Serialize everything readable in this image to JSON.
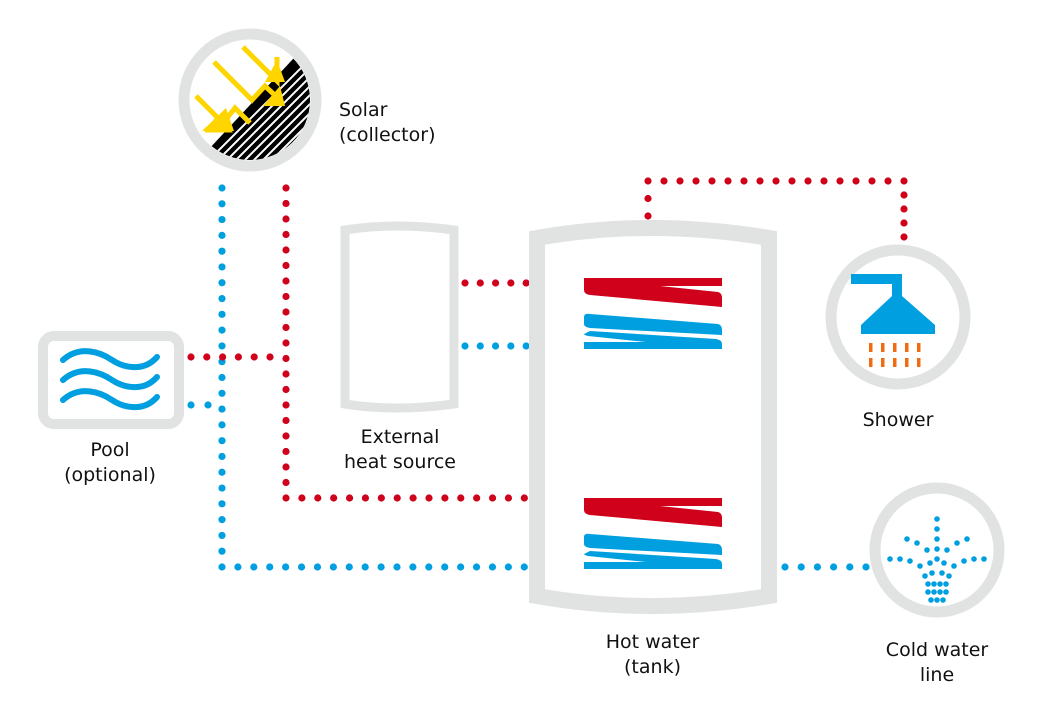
{
  "colors": {
    "hot": "#d0021b",
    "cold": "#009fdf",
    "frame": "#e1e2e2",
    "sun": "#ffd500",
    "collector": "#000000",
    "spray": "#ef6c12"
  },
  "components": {
    "solar": {
      "line1": "Solar",
      "line2": "(collector)"
    },
    "pool": {
      "line1": "Pool",
      "line2": "(optional)"
    },
    "external": {
      "line1": "External",
      "line2": "heat source"
    },
    "tank": {
      "line1": "Hot water",
      "line2": "(tank)"
    },
    "shower": {
      "line1": "Shower"
    },
    "cold_line": {
      "line1": "Cold water",
      "line2": "line"
    }
  },
  "pipes": [
    {
      "name": "solar-hot-to-lower-coil",
      "type": "hot"
    },
    {
      "name": "solar-cold-return",
      "type": "cold"
    },
    {
      "name": "pool-hot",
      "type": "hot"
    },
    {
      "name": "pool-cold",
      "type": "cold"
    },
    {
      "name": "external-hot-to-upper-coil",
      "type": "hot"
    },
    {
      "name": "external-cold-from-upper-coil",
      "type": "cold"
    },
    {
      "name": "tank-to-shower",
      "type": "hot"
    },
    {
      "name": "cold-line-to-tank",
      "type": "cold"
    }
  ]
}
